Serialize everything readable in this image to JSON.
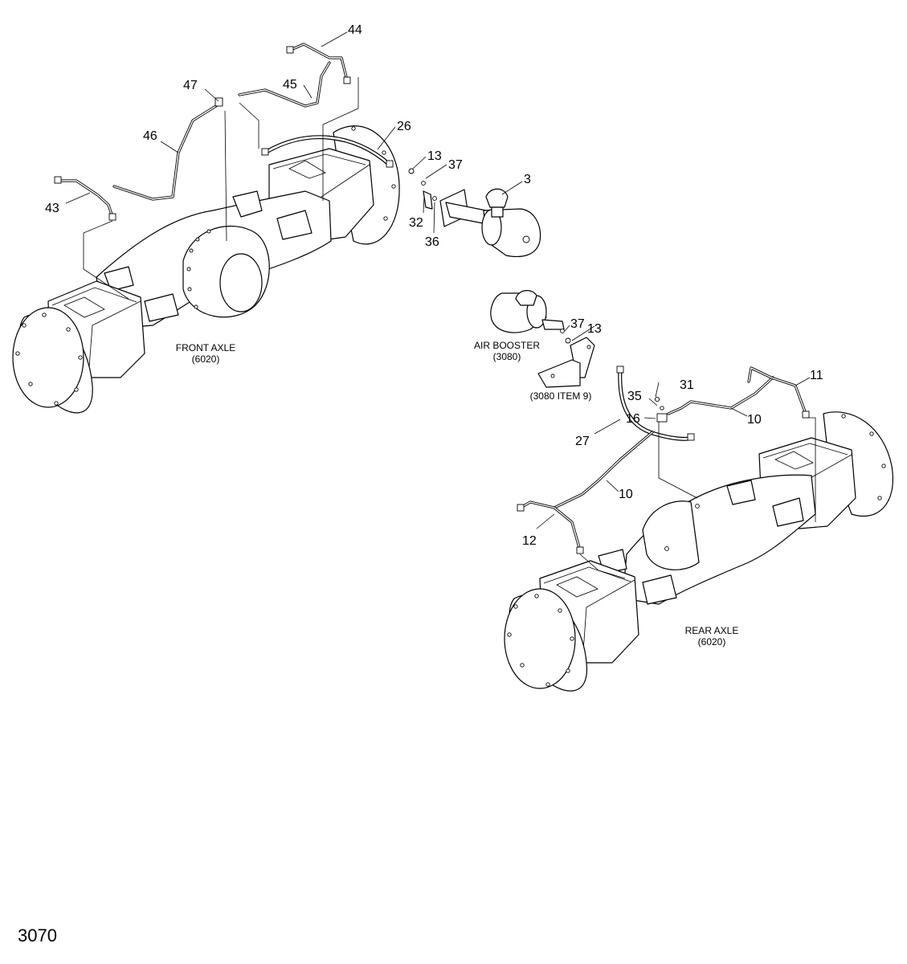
{
  "page_number": "3070",
  "assemblies": {
    "front_axle": {
      "title": "FRONT AXLE",
      "ref": "(6020)"
    },
    "rear_axle": {
      "title": "REAR AXLE",
      "ref": "(6020)"
    },
    "air_booster": {
      "title": "AIR BOOSTER",
      "ref": "(3080)"
    },
    "bracket_ref": "(3080 ITEM 9)"
  },
  "callouts": {
    "c44": "44",
    "c47": "47",
    "c45": "45",
    "c46": "46",
    "c26": "26",
    "c13_front": "13",
    "c37_front": "37",
    "c3": "3",
    "c43": "43",
    "c32": "32",
    "c36": "36",
    "c37_rear": "37",
    "c13_rear": "13",
    "c31": "31",
    "c11": "11",
    "c35": "35",
    "c16": "16",
    "c10_upper": "10",
    "c27": "27",
    "c10_lower": "10",
    "c12": "12"
  }
}
